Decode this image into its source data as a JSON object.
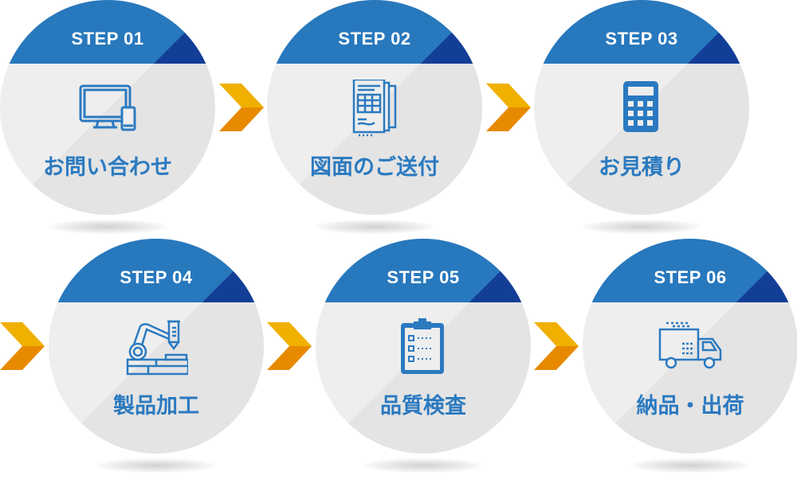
{
  "steps": [
    {
      "label": "STEP 01",
      "title": "お問い合わせ",
      "icon": "monitor-phone-icon"
    },
    {
      "label": "STEP 02",
      "title": "図面のご送付",
      "icon": "drawing-documents-icon"
    },
    {
      "label": "STEP 03",
      "title": "お見積り",
      "icon": "calculator-icon"
    },
    {
      "label": "STEP 04",
      "title": "製品加工",
      "icon": "robot-arm-icon"
    },
    {
      "label": "STEP 05",
      "title": "品質検査",
      "icon": "clipboard-checklist-icon"
    },
    {
      "label": "STEP 06",
      "title": "納品・出荷",
      "icon": "delivery-truck-icon"
    }
  ],
  "colors": {
    "blue": "#2878bd",
    "dark_blue": "#133e98",
    "text_blue": "#2b7ac0",
    "arrow_top": "#f0b000",
    "arrow_bottom": "#e88a00"
  }
}
